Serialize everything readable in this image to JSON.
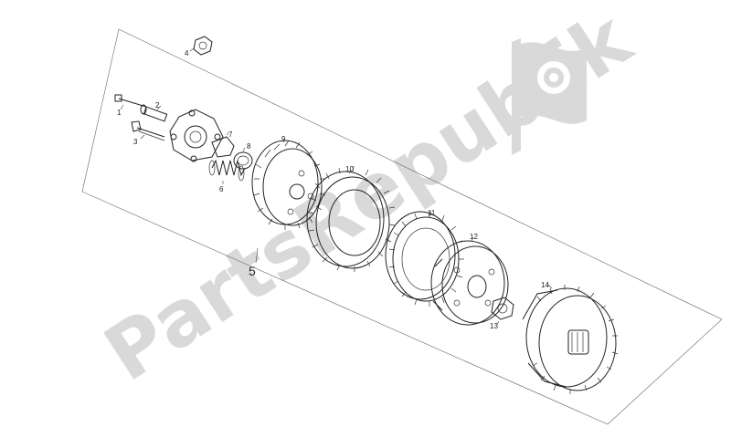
{
  "watermark": {
    "text": "PartsRepublik",
    "icon": "gear-flag-icon",
    "color": "#d9d9d9"
  },
  "callouts": [
    {
      "id": "1",
      "text": "1"
    },
    {
      "id": "2",
      "text": "2"
    },
    {
      "id": "3",
      "text": "3"
    },
    {
      "id": "4",
      "text": "4"
    },
    {
      "id": "5",
      "text": "5"
    },
    {
      "id": "6",
      "text": "6"
    },
    {
      "id": "7",
      "text": "7"
    },
    {
      "id": "8",
      "text": "8"
    },
    {
      "id": "9",
      "text": "9"
    },
    {
      "id": "10",
      "text": "10"
    },
    {
      "id": "11",
      "text": "11"
    },
    {
      "id": "12",
      "text": "12"
    },
    {
      "id": "13",
      "text": "13"
    },
    {
      "id": "14",
      "text": "14"
    }
  ]
}
